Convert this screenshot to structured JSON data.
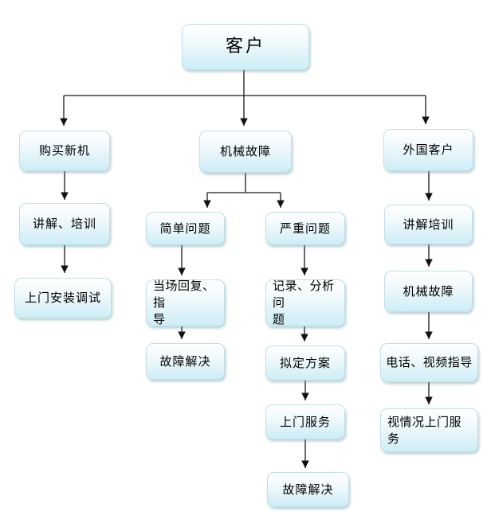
{
  "flowchart": {
    "nodes": {
      "customer": {
        "label": "客户"
      },
      "buy_new_machine": {
        "label": "购买新机"
      },
      "mechanical_fault": {
        "label": "机械故障"
      },
      "foreign_customer": {
        "label": "外国客户"
      },
      "explain_training_left": {
        "label": "讲解、培训"
      },
      "simple_problem": {
        "label": "简单问题"
      },
      "severe_problem": {
        "label": "严重问题"
      },
      "explain_training_right": {
        "label": "讲解培训"
      },
      "onsite_install_debug": {
        "label": "上门安装调试"
      },
      "onspot_reply_guide": {
        "label": "当场回复、指\n导"
      },
      "record_analyze_problem": {
        "label": "记录、分析问\n题"
      },
      "mechanical_fault_right": {
        "label": "机械故障"
      },
      "fault_resolved_simple": {
        "label": "故障解决"
      },
      "draft_plan": {
        "label": "拟定方案"
      },
      "phone_video_guide": {
        "label": "电话、视频指导"
      },
      "onsite_service": {
        "label": "上门服务"
      },
      "onsite_service_case": {
        "label": "视情况上门服\n务"
      },
      "fault_resolved_severe": {
        "label": "故障解决"
      }
    },
    "colors": {
      "background": "#ffffff",
      "box_fill_top": "#ffffff",
      "box_fill_bottom": "#cdedf6",
      "box_border": "#c2dfe6",
      "connector": "#1a1a1a",
      "text": "#000000"
    }
  }
}
